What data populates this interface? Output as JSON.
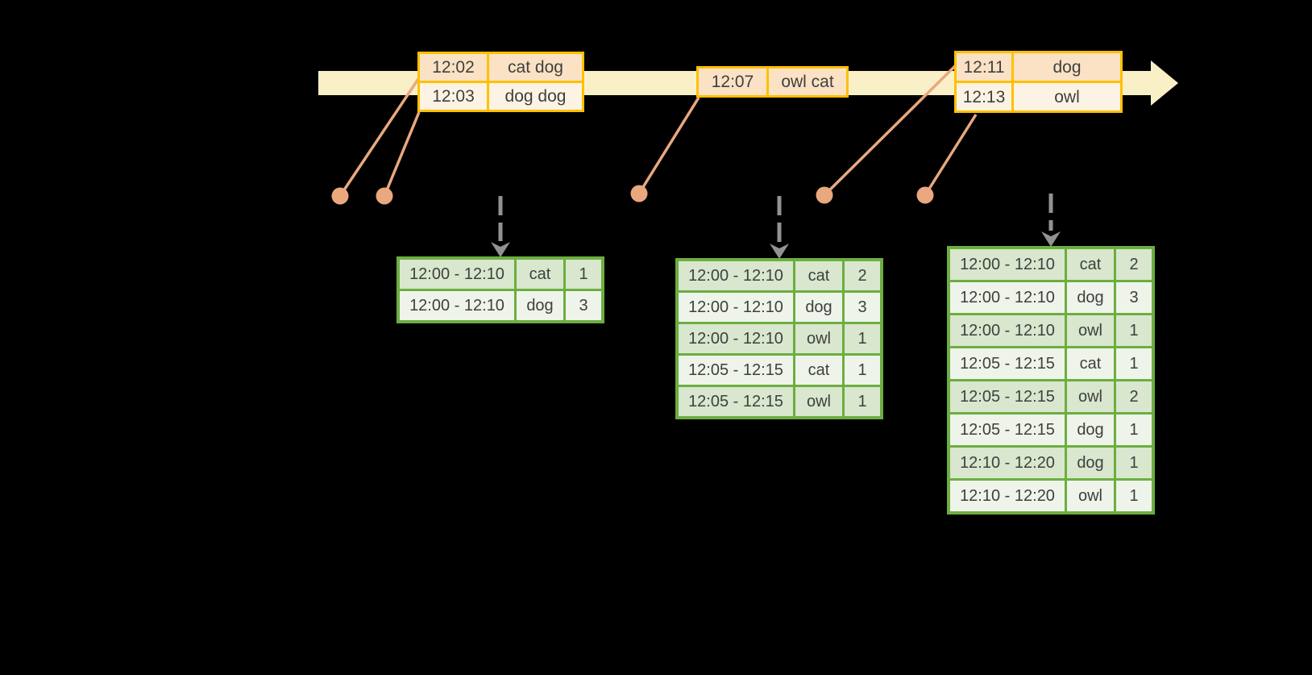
{
  "icons": {
    "timeline_arrow": "right-arrow",
    "event_marker": "dot",
    "trigger_arrow": "dashed-down-arrow"
  },
  "colors": {
    "background": "#000000",
    "timeline_fill": "#FAF0C8",
    "event_table_border": "#FFC000",
    "event_row_dark": "#FBE2C4",
    "event_row_light": "#FCF3E4",
    "connector": "#E9A87E",
    "trigger_arrow": "#929292",
    "result_table_border": "#6CAE40",
    "result_row_dark": "#D8E7CD",
    "result_row_light": "#EEF4EA",
    "text": "#3F3F3F"
  },
  "event_tables": [
    {
      "rows": [
        {
          "time": "12:02",
          "words": "cat dog"
        },
        {
          "time": "12:03",
          "words": "dog dog"
        }
      ]
    },
    {
      "rows": [
        {
          "time": "12:07",
          "words": "owl cat"
        }
      ]
    },
    {
      "rows": [
        {
          "time": "12:11",
          "words": "dog"
        },
        {
          "time": "12:13",
          "words": "owl"
        }
      ]
    }
  ],
  "result_tables": [
    {
      "rows": [
        [
          "12:00 - 12:10",
          "cat",
          "1"
        ],
        [
          "12:00 - 12:10",
          "dog",
          "3"
        ]
      ]
    },
    {
      "rows": [
        [
          "12:00 - 12:10",
          "cat",
          "2"
        ],
        [
          "12:00 - 12:10",
          "dog",
          "3"
        ],
        [
          "12:00 - 12:10",
          "owl",
          "1"
        ],
        [
          "12:05 - 12:15",
          "cat",
          "1"
        ],
        [
          "12:05 - 12:15",
          "owl",
          "1"
        ]
      ]
    },
    {
      "rows": [
        [
          "12:00 - 12:10",
          "cat",
          "2"
        ],
        [
          "12:00 - 12:10",
          "dog",
          "3"
        ],
        [
          "12:00 - 12:10",
          "owl",
          "1"
        ],
        [
          "12:05 - 12:15",
          "cat",
          "1"
        ],
        [
          "12:05 - 12:15",
          "owl",
          "2"
        ],
        [
          "12:05 - 12:15",
          "dog",
          "1"
        ],
        [
          "12:10 - 12:20",
          "dog",
          "1"
        ],
        [
          "12:10 - 12:20",
          "owl",
          "1"
        ]
      ]
    }
  ]
}
